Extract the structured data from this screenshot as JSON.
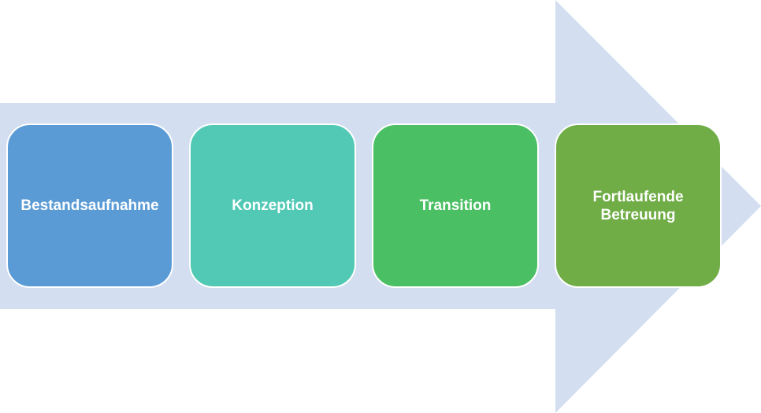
{
  "colors": {
    "arrow": "#D3DEF0",
    "steps": [
      "#5B9BD5",
      "#52C9B5",
      "#4BBF63",
      "#70AD47"
    ]
  },
  "steps": [
    {
      "label": "Bestandsaufnahme"
    },
    {
      "label": "Konzeption"
    },
    {
      "label": "Transition"
    },
    {
      "label": "Fortlaufende Betreuung"
    }
  ]
}
